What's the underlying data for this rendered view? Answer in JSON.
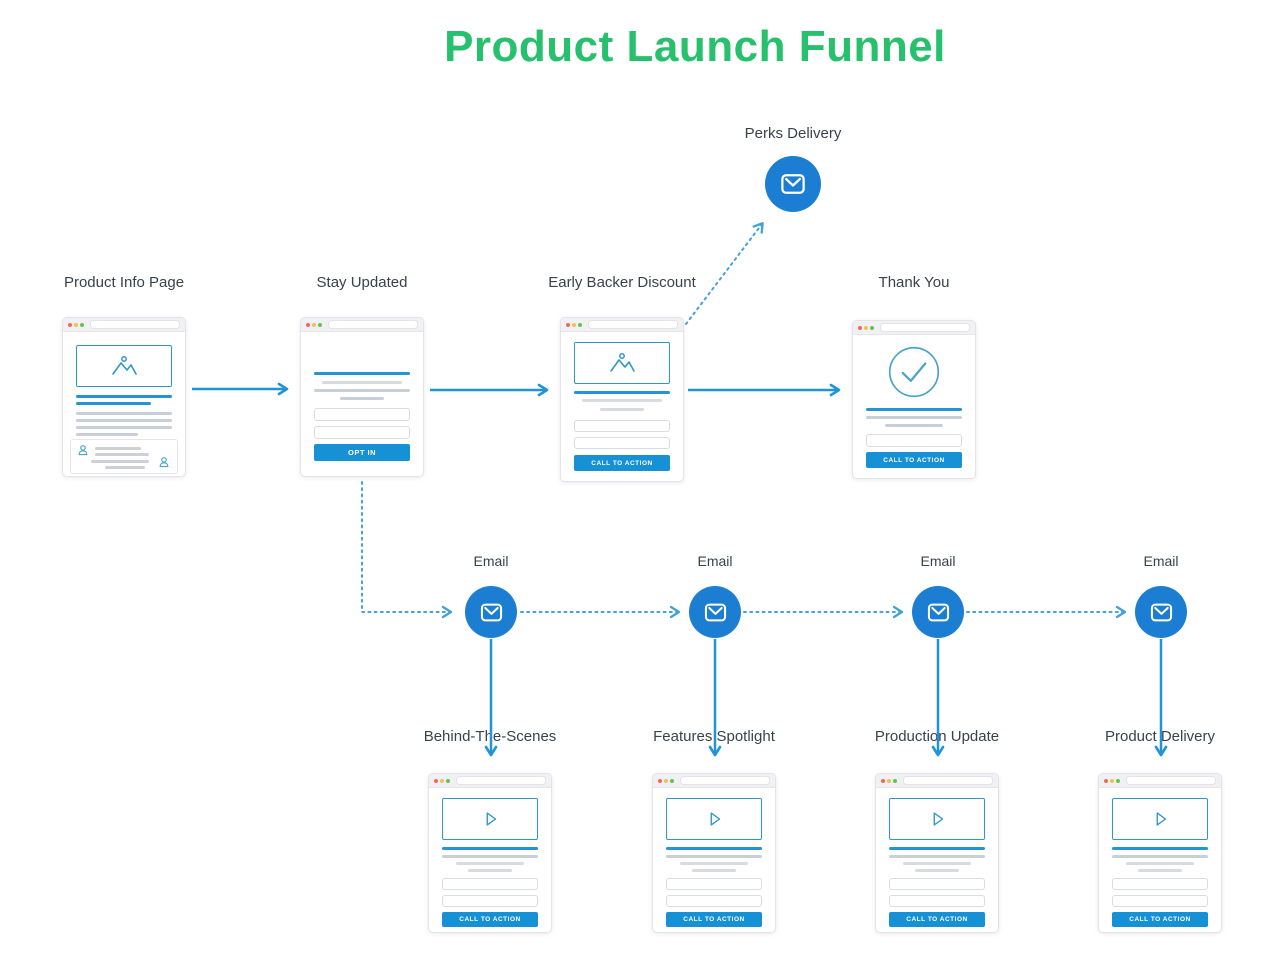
{
  "title": "Product Launch Funnel",
  "palette": {
    "title_green": "#27c06c",
    "arrow_blue": "#2193d8",
    "dotted_blue": "#45a2d9",
    "circle_blue": "#1b7ed3",
    "button_blue": "#1691d6",
    "wireframe_teal": "#3096c9",
    "line_gray": "#c9cfd6"
  },
  "perks_node": {
    "label": "Perks Delivery",
    "icon": "envelope-icon"
  },
  "email_nodes": [
    {
      "label": "Email",
      "icon": "envelope-icon"
    },
    {
      "label": "Email",
      "icon": "envelope-icon"
    },
    {
      "label": "Email",
      "icon": "envelope-icon"
    },
    {
      "label": "Email",
      "icon": "envelope-icon"
    }
  ],
  "top_row": [
    {
      "label": "Product Info Page"
    },
    {
      "label": "Stay Updated",
      "button_label": "OPT IN"
    },
    {
      "label": "Early Backer Discount",
      "button_label": "CALL TO ACTION"
    },
    {
      "label": "Thank You",
      "button_label": "CALL TO ACTION"
    }
  ],
  "bottom_row": [
    {
      "label": "Behind-The-Scenes",
      "button_label": "CALL TO ACTION"
    },
    {
      "label": "Features Spotlight",
      "button_label": "CALL TO ACTION"
    },
    {
      "label": "Production Update",
      "button_label": "CALL TO ACTION"
    },
    {
      "label": "Product Delivery",
      "button_label": "CALL TO ACTION"
    }
  ]
}
